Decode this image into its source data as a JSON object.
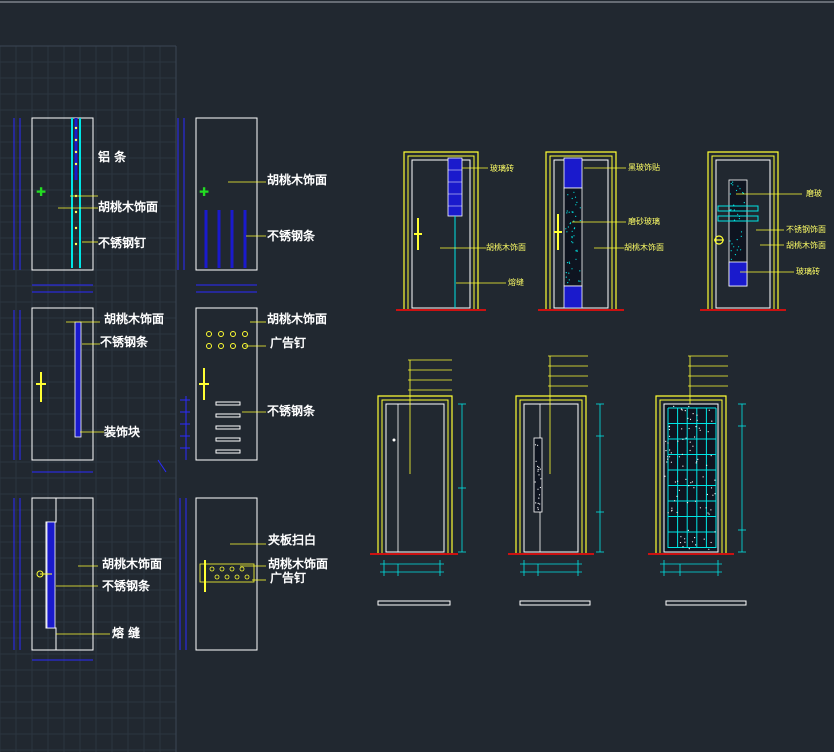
{
  "colors": {
    "background": "#212830",
    "grid": "#2c3640",
    "outline": "#ffffff",
    "frame": "#ffff33",
    "leader": "#ffff33",
    "dimension": "#2a2aff",
    "accent": "#00e5e5",
    "panel": "#1a1acc",
    "floor": "#cc1111",
    "center_mark": "#22dd22"
  },
  "left_labels": {
    "l1": "铝  条",
    "l2": "胡桃木饰面",
    "l3": "不锈钢钉",
    "l4": "胡桃木饰面",
    "l5": "不锈钢条",
    "l6": "胡桃木饰面",
    "l7": "不锈钢条",
    "l8": "胡桃木饰面",
    "l9": "广告钉",
    "l10": "装饰块",
    "l11": "不锈钢条",
    "l12": "胡桃木饰面",
    "l13": "不锈钢条",
    "l14": "熔  缝",
    "l15": "夹板扫白",
    "l16": "胡桃木饰面",
    "l17": "广告钉"
  },
  "right_labels": {
    "d1_a": "玻璃砖",
    "d1_b": "胡桃木饰面",
    "d1_c": "熔缝",
    "d2_a": "黑玻饰贴",
    "d2_b": "磨砂玻璃",
    "d2_c": "胡桃木饰面",
    "d3_a": "磨玻",
    "d3_b": "不锈钢饰面",
    "d3_c": "胡桃木饰面",
    "d3_d": "玻璃砖"
  }
}
